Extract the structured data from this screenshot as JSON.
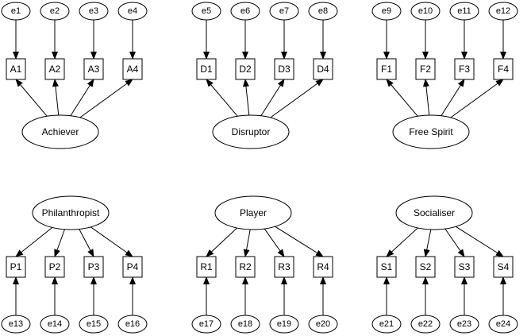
{
  "groups": [
    {
      "latent": "Achiever",
      "position": "top",
      "indicators": [
        "A1",
        "A2",
        "A3",
        "A4"
      ],
      "errors": [
        "e1",
        "e2",
        "e3",
        "e4"
      ]
    },
    {
      "latent": "Disruptor",
      "position": "top",
      "indicators": [
        "D1",
        "D2",
        "D3",
        "D4"
      ],
      "errors": [
        "e5",
        "e6",
        "e7",
        "e8"
      ]
    },
    {
      "latent": "Free Spirit",
      "position": "top",
      "indicators": [
        "F1",
        "F2",
        "F3",
        "F4"
      ],
      "errors": [
        "e9",
        "e10",
        "e11",
        "e12"
      ]
    },
    {
      "latent": "Philanthropist",
      "position": "bottom",
      "indicators": [
        "P1",
        "P2",
        "P3",
        "P4"
      ],
      "errors": [
        "e13",
        "e14",
        "e15",
        "e16"
      ]
    },
    {
      "latent": "Player",
      "position": "bottom",
      "indicators": [
        "R1",
        "R2",
        "R3",
        "R4"
      ],
      "errors": [
        "e17",
        "e18",
        "e19",
        "e20"
      ]
    },
    {
      "latent": "Socialiser",
      "position": "bottom",
      "indicators": [
        "S1",
        "S2",
        "S3",
        "S4"
      ],
      "errors": [
        "e21",
        "e22",
        "e23",
        "e24"
      ]
    }
  ]
}
